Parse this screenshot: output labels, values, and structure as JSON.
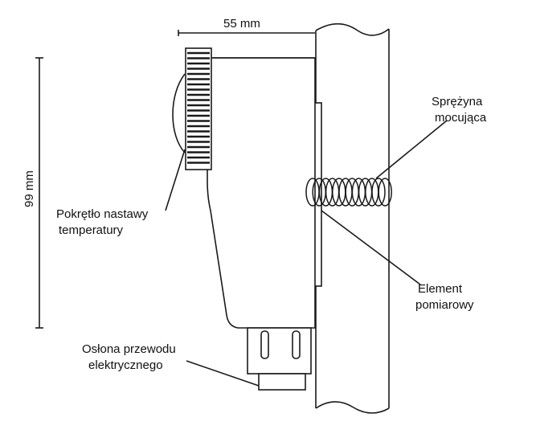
{
  "dimensions": {
    "width_label": "55 mm",
    "height_label": "99 mm"
  },
  "labels": {
    "spring_line1": "Sprężyna",
    "spring_line2": "mocująca",
    "knob_line1": "Pokrętło nastawy",
    "knob_line2": "temperatury",
    "element_line1": "Element",
    "element_line2": "pomiarowy",
    "cable_line1": "Osłona przewodu",
    "cable_line2": "elektrycznego"
  },
  "colors": {
    "stroke": "#1a1a1a",
    "background": "#ffffff"
  }
}
